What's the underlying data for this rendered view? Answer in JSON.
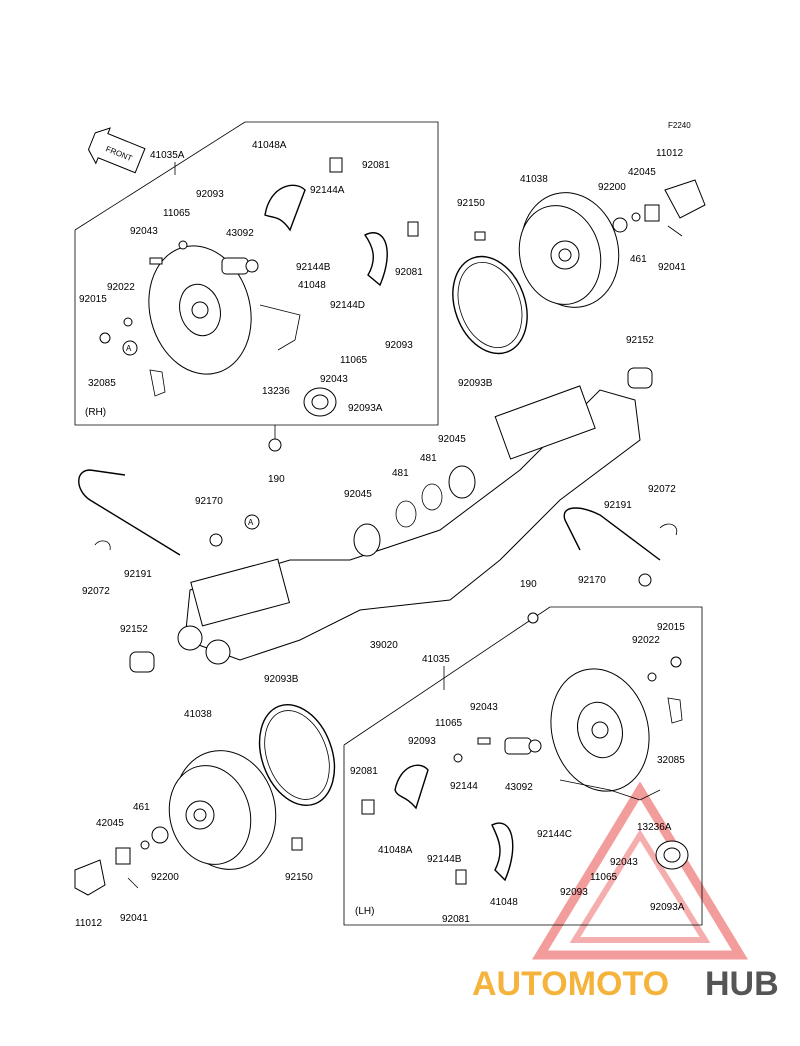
{
  "figure_code": "F2240",
  "front_label": "FRONT",
  "sections": {
    "rh": {
      "group": "41035A",
      "side": "(RH)"
    },
    "lh": {
      "group": "41035",
      "side": "(LH)"
    }
  },
  "part_labels": [
    "41048A",
    "92081",
    "92093",
    "11065",
    "92144A",
    "92043",
    "43092",
    "92144B",
    "92081",
    "41048",
    "92022",
    "92144D",
    "92015",
    "92093",
    "11065",
    "92043",
    "32085",
    "13236",
    "92093A",
    "190",
    "41038",
    "92150",
    "92200",
    "42045",
    "11012",
    "461",
    "92041",
    "92093B",
    "92152",
    "92045",
    "481",
    "481",
    "92045",
    "92170",
    "92191",
    "92072",
    "92072",
    "92191",
    "92170",
    "190",
    "92152",
    "39020",
    "92093B",
    "41038",
    "461",
    "42045",
    "92200",
    "92150",
    "11012",
    "92041",
    "92043",
    "11065",
    "92093",
    "92081",
    "92144",
    "43092",
    "92022",
    "92015",
    "32085",
    "41048A",
    "92144B",
    "92144C",
    "13236A",
    "92043",
    "11065",
    "92093",
    "92093A",
    "92081",
    "41048"
  ],
  "callouts": [
    "A",
    "A"
  ],
  "watermark": {
    "auto": "AUTOMOTO",
    "hub": "HUB",
    "accent": "#e94b4b",
    "gold": "#f5b33c",
    "gray": "#555555"
  }
}
